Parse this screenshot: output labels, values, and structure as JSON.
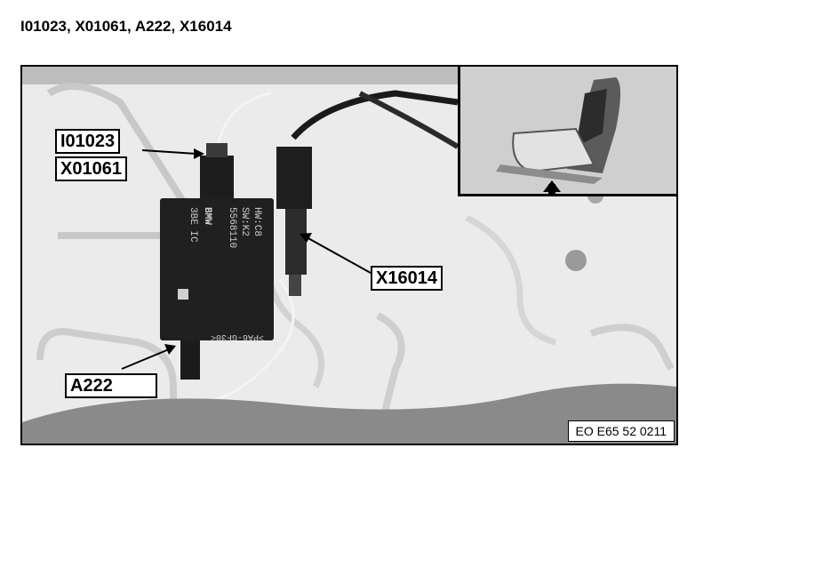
{
  "heading": "I01023, X01061, A222, X16014",
  "callouts": {
    "i01023": "I01023",
    "x01061": "X01061",
    "x16014": "X16014",
    "a222": "A222"
  },
  "module_print": {
    "line1": "HW:C8",
    "line2": "SW:K2",
    "line3": "5568110",
    "line4": "BMW",
    "line5": "3BE IC",
    "line6": ">PA6-GF30<"
  },
  "figure_code": "EO E65 52 0211",
  "colors": {
    "background": "#ffffff",
    "frame": "#000000",
    "photo": "#e9e9e9"
  }
}
